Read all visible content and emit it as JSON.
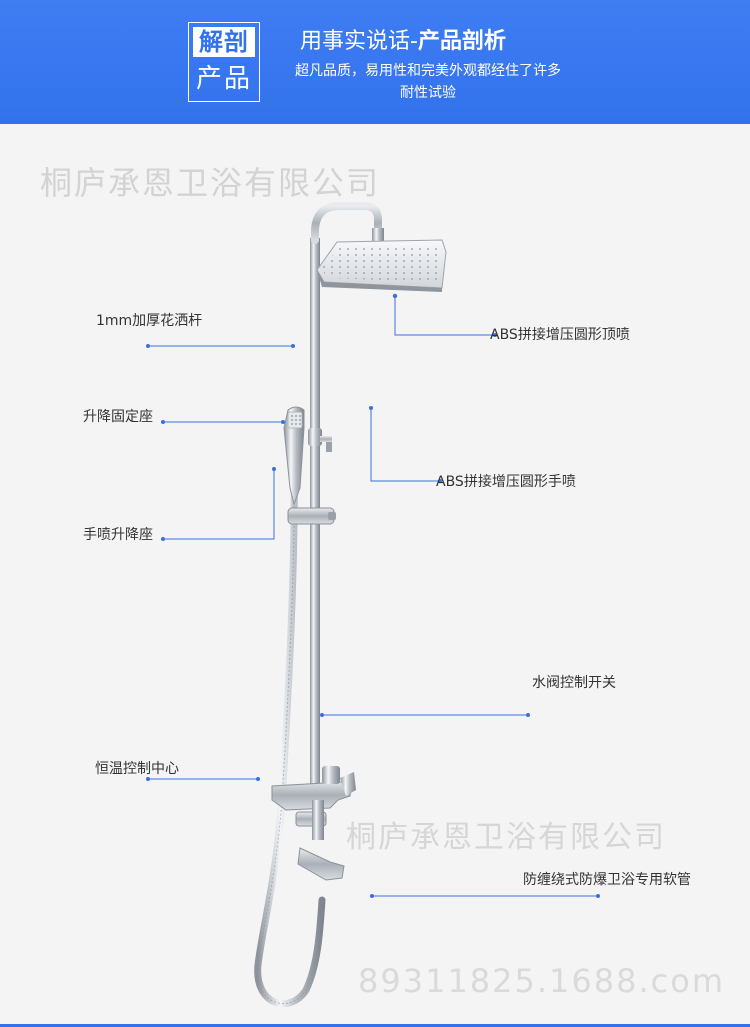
{
  "header": {
    "badge_top": "解剖",
    "badge_bottom": "产品",
    "title_normal": "用事实说话-",
    "title_bold": "产品剖析",
    "subtitle_line1": "超凡品质，易用性和完美外观都经住了许多",
    "subtitle_line2": "耐性试验"
  },
  "watermarks": {
    "top": "桐庐承恩卫浴有限公司",
    "middle": "桐庐承恩卫浴有限公司",
    "bottom": "89311825.1688.com"
  },
  "labels": {
    "rod": "1mm加厚花洒杆",
    "top_spray": "ABS拼接增压圆形顶喷",
    "fixed_seat": "升降固定座",
    "hand_spray": "ABS拼接增压圆形手喷",
    "lift_seat": "手喷升降座",
    "valve": "水阀控制开关",
    "thermostat": "恒温控制中心",
    "hose": "防缠绕式防爆卫浴专用软管"
  },
  "colors": {
    "header_blue": "#3272ec",
    "leader_line": "#3b6fe0",
    "chrome": "#c8ccd2"
  }
}
